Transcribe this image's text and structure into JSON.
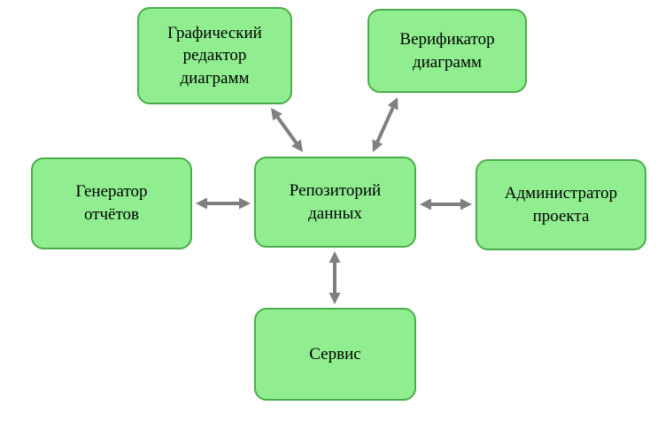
{
  "diagram": {
    "title": "",
    "nodes": [
      {
        "id": "graphic-editor",
        "label": "Графический редактор диаграмм"
      },
      {
        "id": "diagram-verifier",
        "label": "Верификатор диаграмм"
      },
      {
        "id": "report-generator",
        "label": "Генератор отчётов"
      },
      {
        "id": "data-repository",
        "label": "Репозиторий данных"
      },
      {
        "id": "project-admin",
        "label": "Администратор проекта"
      },
      {
        "id": "service",
        "label": "Сервис"
      }
    ],
    "edges": [
      {
        "from": "report-generator",
        "to": "data-repository",
        "bidirectional": true
      },
      {
        "from": "data-repository",
        "to": "project-admin",
        "bidirectional": true
      },
      {
        "from": "data-repository",
        "to": "service",
        "bidirectional": true
      },
      {
        "from": "graphic-editor",
        "to": "data-repository",
        "bidirectional": true
      },
      {
        "from": "diagram-verifier",
        "to": "data-repository",
        "bidirectional": true
      }
    ],
    "colors": {
      "node_fill": "#90ee90",
      "node_border": "#4aad4a",
      "arrow": "#7f7f7f",
      "text": "#000000"
    }
  }
}
